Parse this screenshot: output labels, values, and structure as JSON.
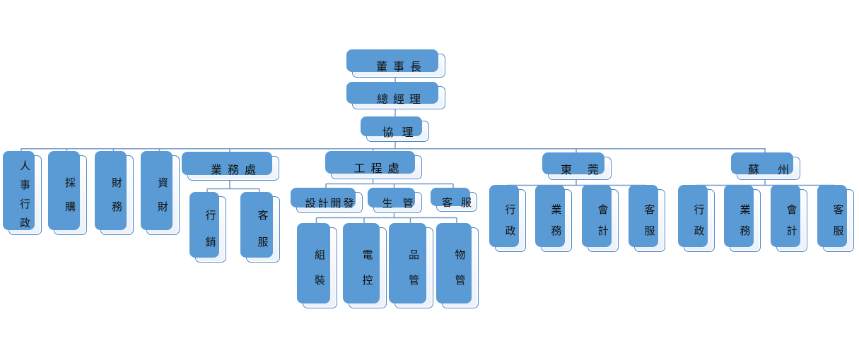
{
  "org": {
    "chairman": {
      "label": "董事長"
    },
    "general_manager": {
      "label": "總經理"
    },
    "assistant_manager": {
      "label": "協理"
    },
    "staff": [
      {
        "label": "人事行政"
      },
      {
        "label": "採購"
      },
      {
        "label": "財務"
      },
      {
        "label": "資財"
      }
    ],
    "divisions": [
      {
        "label": "業務處",
        "children": [
          {
            "label": "行銷"
          },
          {
            "label": "客服"
          }
        ]
      },
      {
        "label": "工程處",
        "children": [
          {
            "label": "設計開發"
          },
          {
            "label": "生管",
            "children": [
              {
                "label": "組裝"
              },
              {
                "label": "電控"
              },
              {
                "label": "品管"
              },
              {
                "label": "物管"
              }
            ]
          },
          {
            "label": "客服"
          }
        ]
      },
      {
        "label": "東莞",
        "children": [
          {
            "label": "行政"
          },
          {
            "label": "業務"
          },
          {
            "label": "會計"
          },
          {
            "label": "客服"
          }
        ]
      },
      {
        "label": "蘇州",
        "children": [
          {
            "label": "行政"
          },
          {
            "label": "業務"
          },
          {
            "label": "會計"
          },
          {
            "label": "客服"
          }
        ]
      }
    ]
  },
  "colors": {
    "accent_blue": "#5b9bd5",
    "box_border": "#4e89c8",
    "connector": "#7499c7",
    "box_fill_top": "#fdfeff",
    "box_fill_bottom": "#ecf1f9"
  }
}
